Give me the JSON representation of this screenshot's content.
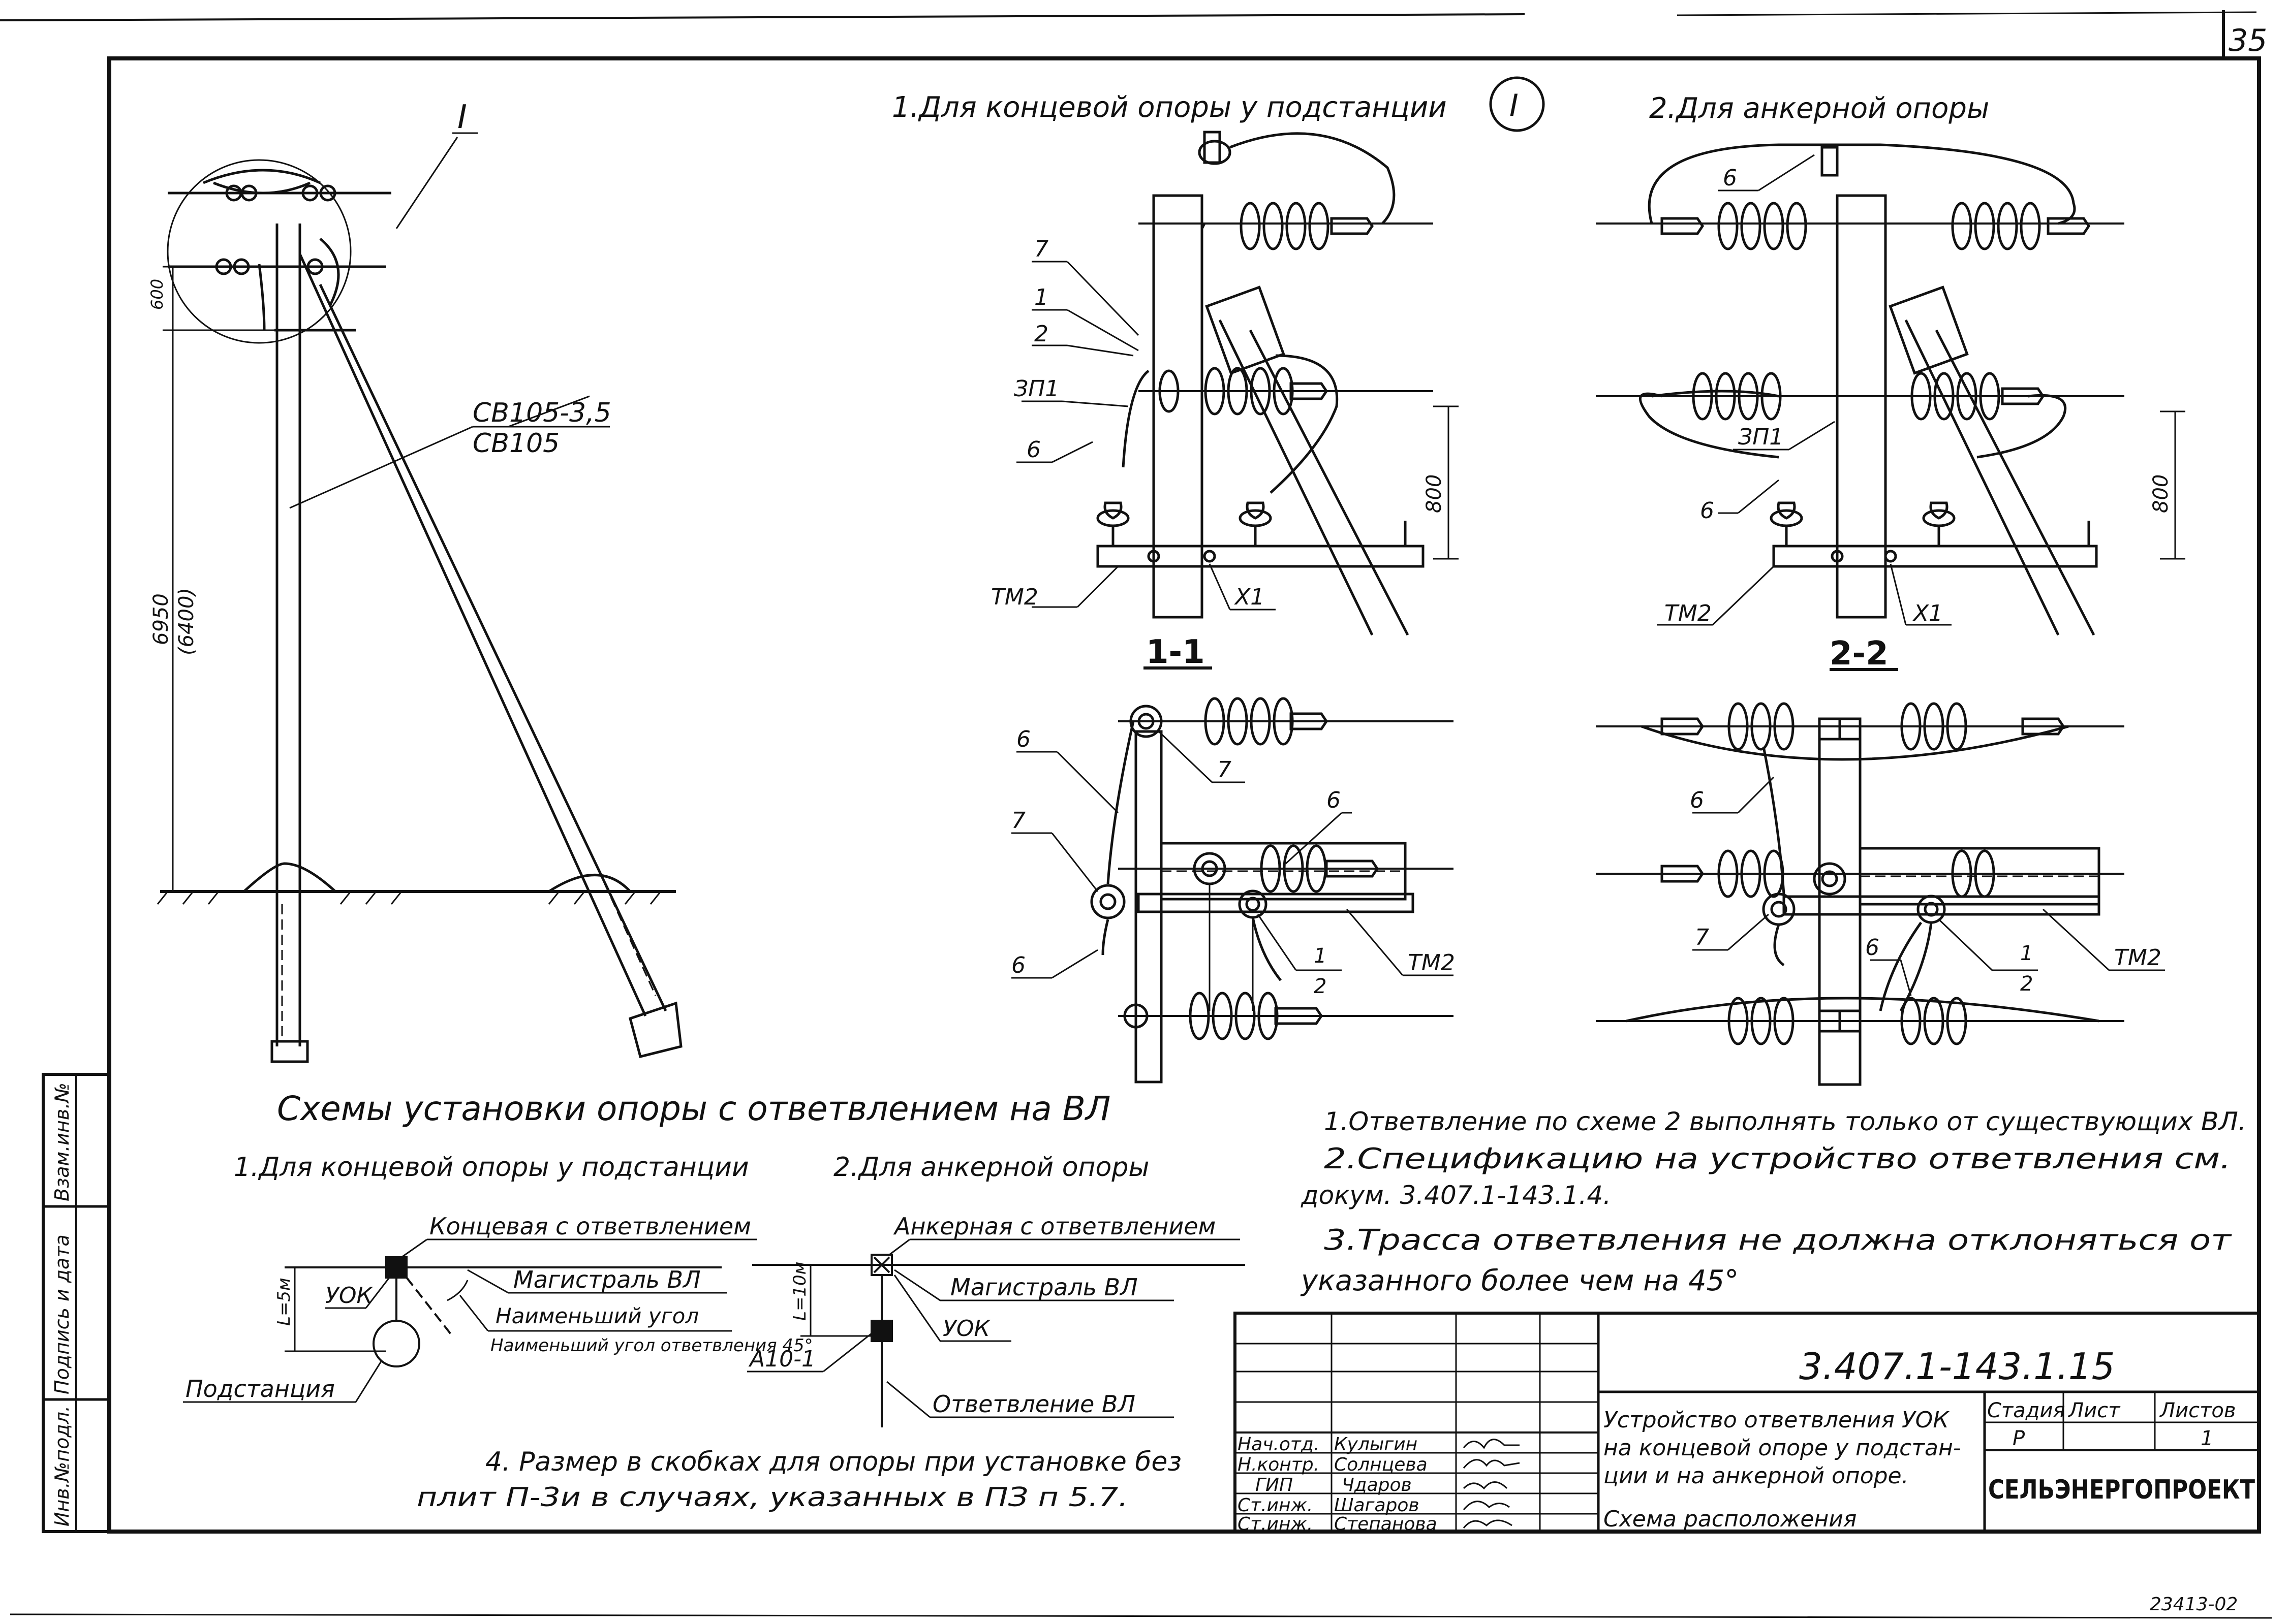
{
  "sheet": {
    "number": "35",
    "stamp_bottom": "23413-02"
  },
  "views": {
    "detail_marker": "I",
    "pole_labels": {
      "detail": "I",
      "rack1": "СВ105-3,5",
      "rack2": "СВ105",
      "dim_height": "6950",
      "dim_height_alt": "(6400)",
      "dim_top": "600"
    },
    "view1_title": "1.Для концевой опоры у подстанции",
    "view2_title": "2.Для анкерной опоры",
    "section1": "1-1",
    "section2": "2-2",
    "v1_labels": {
      "l7": "7",
      "l1": "1",
      "l2": "2",
      "l3": "ЗП1",
      "l6": "6",
      "dim": "800",
      "tm2": "ТМ2",
      "x1": "Х1"
    },
    "v2_labels": {
      "l6": "6",
      "l3": "ЗП1",
      "l6b": "6",
      "dim": "800",
      "tm2": "ТМ2",
      "x1": "Х1"
    },
    "p1_labels": {
      "a6": "6",
      "a7": "7",
      "b6": "6",
      "b7": "7",
      "c6": "6",
      "one": "1",
      "two": "2",
      "tm2": "ТМ2"
    },
    "p2_labels": {
      "a6": "6",
      "b7": "7",
      "c6": "6",
      "one": "1",
      "two": "2",
      "tm2": "ТМ2"
    }
  },
  "schemes": {
    "title": "Схемы установки опоры с ответвлением на ВЛ",
    "left": {
      "title": "1.Для концевой опоры у подстанции",
      "pole_label": "Концевая с ответвлением",
      "main_line": "Магистраль ВЛ",
      "uok": "УОК",
      "dim": "L=5м",
      "angle": "Наименьший угол ответвления 45°",
      "substation": "Подстанция"
    },
    "right": {
      "title": "2.Для анкерной опоры",
      "pole_label": "Анкерная с ответвлением",
      "main_line": "Магистраль ВЛ",
      "uok": "УОК",
      "dim": "L=10м",
      "a10": "А10-1",
      "branch": "Ответвление ВЛ"
    }
  },
  "notes": [
    "1.Ответвление по схеме 2 выполнять только от существующих ВЛ.",
    "2.Спецификацию на устройство ответвления см.",
    "докум. 3.407.1-143.1.4.",
    "3.Трасса ответвления не должна отклоняться от",
    "указанного более чем на 45°",
    "4. Размер в скобках для опоры при установке без",
    "плит П-3и в случаях, указанных в ПЗ п 5.7."
  ],
  "side_stamp": [
    "Инв.№подл.",
    "Подпись и дата",
    "Взам.инв.№"
  ],
  "title_block": {
    "code": "3.407.1-143.1.15",
    "description": [
      "Устройство ответвления УОК",
      "на концевой опоре у подстан-",
      "ции и на анкерной опоре.",
      "Схема расположения"
    ],
    "stage_header": "Стадия",
    "sheet_header": "Лист",
    "sheets_header": "Листов",
    "stage": "Р",
    "sheets": "1",
    "org": "СЕЛЬЭНЕРГОПРОЕКТ",
    "staff": [
      {
        "role": "Нач.отд.",
        "name": "Кулыгин"
      },
      {
        "role": "Н.контр.",
        "name": "Солнцева"
      },
      {
        "role": "ГИП",
        "name": "Чдаров"
      },
      {
        "role": "Ст.инж.",
        "name": "Шагаров"
      },
      {
        "role": "Ст.инж.",
        "name": "Степанова"
      }
    ]
  }
}
